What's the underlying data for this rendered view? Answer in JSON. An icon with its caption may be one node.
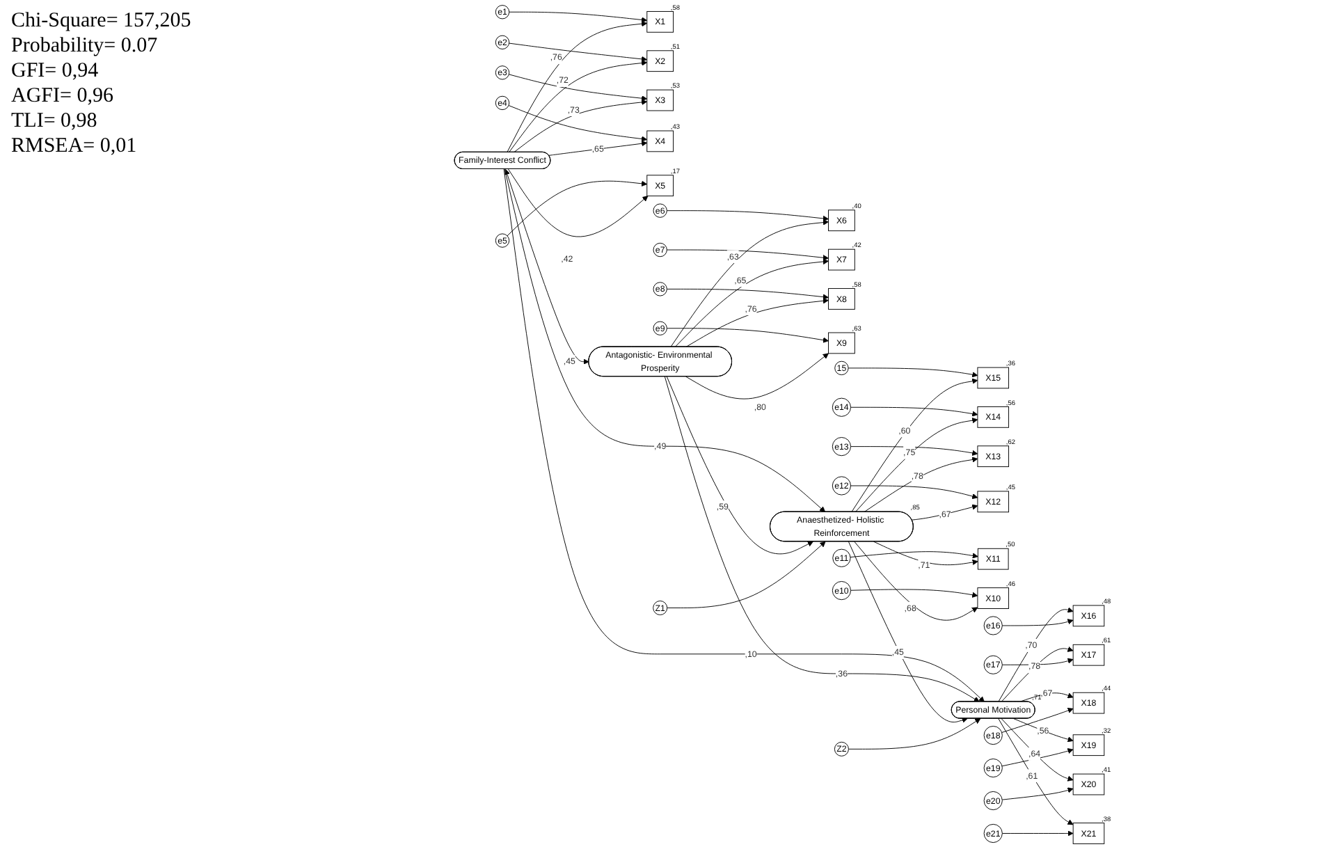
{
  "diagram": {
    "nodes": [
      {
        "text": [
          "e1"
        ]
      },
      {
        "text": [
          "e2"
        ]
      },
      {
        "text": [
          "e3"
        ]
      },
      {
        "text": [
          "e4"
        ]
      },
      {
        "text": [
          "e5"
        ]
      },
      {
        "text": [
          "X1"
        ],
        "beside": [
          ",58"
        ]
      },
      {
        "text": [
          "X2"
        ],
        "beside": [
          ",51"
        ]
      },
      {
        "text": [
          "X3"
        ],
        "beside": [
          ",53"
        ]
      },
      {
        "text": [
          "X4"
        ],
        "beside": [
          ",43"
        ]
      },
      {
        "text": [
          "X5"
        ],
        "beside": [
          ",17"
        ]
      },
      {
        "text": [
          "Family-Interest Conflict"
        ]
      },
      {
        "text": [
          "e6"
        ]
      },
      {
        "text": [
          "e7"
        ]
      },
      {
        "text": [
          "e8"
        ]
      },
      {
        "text": [
          "e9"
        ]
      },
      {
        "text": [
          "X6"
        ],
        "beside": [
          ",40"
        ]
      },
      {
        "text": [
          "X7"
        ],
        "beside": [
          ",42"
        ]
      },
      {
        "text": [
          "X8"
        ],
        "beside": [
          ",58"
        ]
      },
      {
        "text": [
          "X9"
        ],
        "beside": [
          ",63"
        ]
      },
      {
        "text": [
          "Antagonistic- Environmental Prosperity"
        ]
      },
      {
        "text": [
          "15"
        ]
      },
      {
        "text": [
          "e14"
        ]
      },
      {
        "text": [
          "e13"
        ]
      },
      {
        "text": [
          "e12"
        ]
      },
      {
        "text": [
          "e11"
        ]
      },
      {
        "text": [
          "e10"
        ]
      },
      {
        "text": [
          "X15"
        ],
        "beside": [
          ",36"
        ]
      },
      {
        "text": [
          "X14"
        ],
        "beside": [
          ",56"
        ]
      },
      {
        "text": [
          "X13"
        ],
        "beside": [
          ",62"
        ]
      },
      {
        "text": [
          "X12"
        ],
        "beside": [
          ",45"
        ]
      },
      {
        "text": [
          "X11"
        ],
        "beside": [
          ",50"
        ]
      },
      {
        "text": [
          "X10"
        ],
        "beside": [
          ",46"
        ]
      },
      {
        "text": [
          "Anaesthetized- Holistic Reinforcement"
        ],
        "beside": [
          ",85"
        ]
      },
      {
        "text": [
          "Z1"
        ]
      },
      {
        "text": [
          "Personal Motivation"
        ],
        "beside": [
          ",71"
        ]
      },
      {
        "text": [
          "Z2"
        ]
      },
      {
        "text": [
          "X16"
        ],
        "beside": [
          ",48"
        ]
      },
      {
        "text": [
          "X17"
        ],
        "beside": [
          ",61"
        ]
      },
      {
        "text": [
          "X18"
        ],
        "beside": [
          ",44"
        ]
      },
      {
        "text": [
          "X19"
        ],
        "beside": [
          ",32"
        ]
      },
      {
        "text": [
          "X20"
        ],
        "beside": [
          ",41"
        ]
      },
      {
        "text": [
          "X21"
        ],
        "beside": [
          ",38"
        ]
      },
      {
        "text": [
          "e16"
        ]
      },
      {
        "text": [
          "e17"
        ]
      },
      {
        "text": [
          "e18"
        ]
      },
      {
        "text": [
          "e19"
        ]
      },
      {
        "text": [
          "e20"
        ]
      },
      {
        "text": [
          "e21"
        ]
      }
    ],
    "edges": [
      {
        "from": 0,
        "to": 5,
        "arrow": "to"
      },
      {
        "from": 1,
        "to": 6,
        "arrow": "to"
      },
      {
        "from": 2,
        "to": 7,
        "arrow": "to"
      },
      {
        "from": 3,
        "to": 8,
        "arrow": "to"
      },
      {
        "from": 4,
        "to": 9,
        "arrow": "to"
      },
      {
        "from": 10,
        "to": 5,
        "arrow": "to",
        "label": ",76"
      },
      {
        "from": 10,
        "to": 6,
        "arrow": "to",
        "label": ",72"
      },
      {
        "from": 10,
        "to": 7,
        "arrow": "to",
        "label": ",73"
      },
      {
        "from": 10,
        "to": 8,
        "arrow": "to",
        "label": ",65"
      },
      {
        "from": 10,
        "to": 9,
        "arrow": "to",
        "label": ",42"
      },
      {
        "from": 10,
        "to": 19,
        "arrow": "both",
        "label": ",45"
      },
      {
        "from": 11,
        "to": 15,
        "arrow": "to"
      },
      {
        "from": 12,
        "to": 16,
        "arrow": "to"
      },
      {
        "from": 13,
        "to": 17,
        "arrow": "to"
      },
      {
        "from": 14,
        "to": 18,
        "arrow": "to"
      },
      {
        "from": 19,
        "to": 15,
        "arrow": "to",
        "label": ",63"
      },
      {
        "from": 19,
        "to": 16,
        "arrow": "to",
        "label": ",65"
      },
      {
        "from": 19,
        "to": 17,
        "arrow": "to",
        "label": ",76"
      },
      {
        "from": 19,
        "to": 18,
        "arrow": "to",
        "label": ",80"
      },
      {
        "from": 20,
        "to": 26,
        "arrow": "to"
      },
      {
        "from": 21,
        "to": 27,
        "arrow": "to"
      },
      {
        "from": 22,
        "to": 28,
        "arrow": "to"
      },
      {
        "from": 23,
        "to": 29,
        "arrow": "to"
      },
      {
        "from": 24,
        "to": 30,
        "arrow": "to"
      },
      {
        "from": 25,
        "to": 31,
        "arrow": "to"
      },
      {
        "from": 32,
        "to": 26,
        "arrow": "to",
        "label": ",60"
      },
      {
        "from": 32,
        "to": 27,
        "arrow": "to",
        "label": ",75"
      },
      {
        "from": 32,
        "to": 28,
        "arrow": "to",
        "label": ",78"
      },
      {
        "from": 32,
        "to": 29,
        "arrow": "to",
        "label": ",67"
      },
      {
        "from": 32,
        "to": 30,
        "arrow": "to",
        "label": ",71"
      },
      {
        "from": 32,
        "to": 31,
        "arrow": "to",
        "label": ",68"
      },
      {
        "from": 10,
        "to": 32,
        "arrow": "to",
        "label": ",49"
      },
      {
        "from": 10,
        "to": 34,
        "arrow": "to",
        "label": ",10"
      },
      {
        "from": 19,
        "to": 32,
        "arrow": "to",
        "label": ",59"
      },
      {
        "from": 19,
        "to": 34,
        "arrow": "to",
        "label": ",36"
      },
      {
        "from": 33,
        "to": 32,
        "arrow": "to"
      },
      {
        "from": 32,
        "to": 34,
        "arrow": "to",
        "label": ",45"
      },
      {
        "from": 35,
        "to": 34,
        "arrow": "to"
      },
      {
        "from": 34,
        "to": 36,
        "arrow": "to",
        "label": ",70"
      },
      {
        "from": 34,
        "to": 37,
        "arrow": "to",
        "label": ",78"
      },
      {
        "from": 34,
        "to": 38,
        "arrow": "to",
        "label": ",67"
      },
      {
        "from": 34,
        "to": 39,
        "arrow": "to",
        "label": ",56"
      },
      {
        "from": 34,
        "to": 40,
        "arrow": "to",
        "label": ",64"
      },
      {
        "from": 34,
        "to": 41,
        "arrow": "to",
        "label": ",61"
      },
      {
        "from": 42,
        "to": 36,
        "arrow": "to"
      },
      {
        "from": 43,
        "to": 37,
        "arrow": "to"
      },
      {
        "from": 44,
        "to": 38,
        "arrow": "to"
      },
      {
        "from": 45,
        "to": 39,
        "arrow": "to"
      },
      {
        "from": 46,
        "to": 40,
        "arrow": "to"
      },
      {
        "from": 47,
        "to": 41,
        "arrow": "to"
      }
    ],
    "labels": [
      "Chi-Square= 157,205",
      "Probability= 0.07",
      "GFI= 0,94",
      "AGFI= 0,96",
      "TLI= 0,98",
      "RMSEA= 0,01"
    ]
  }
}
